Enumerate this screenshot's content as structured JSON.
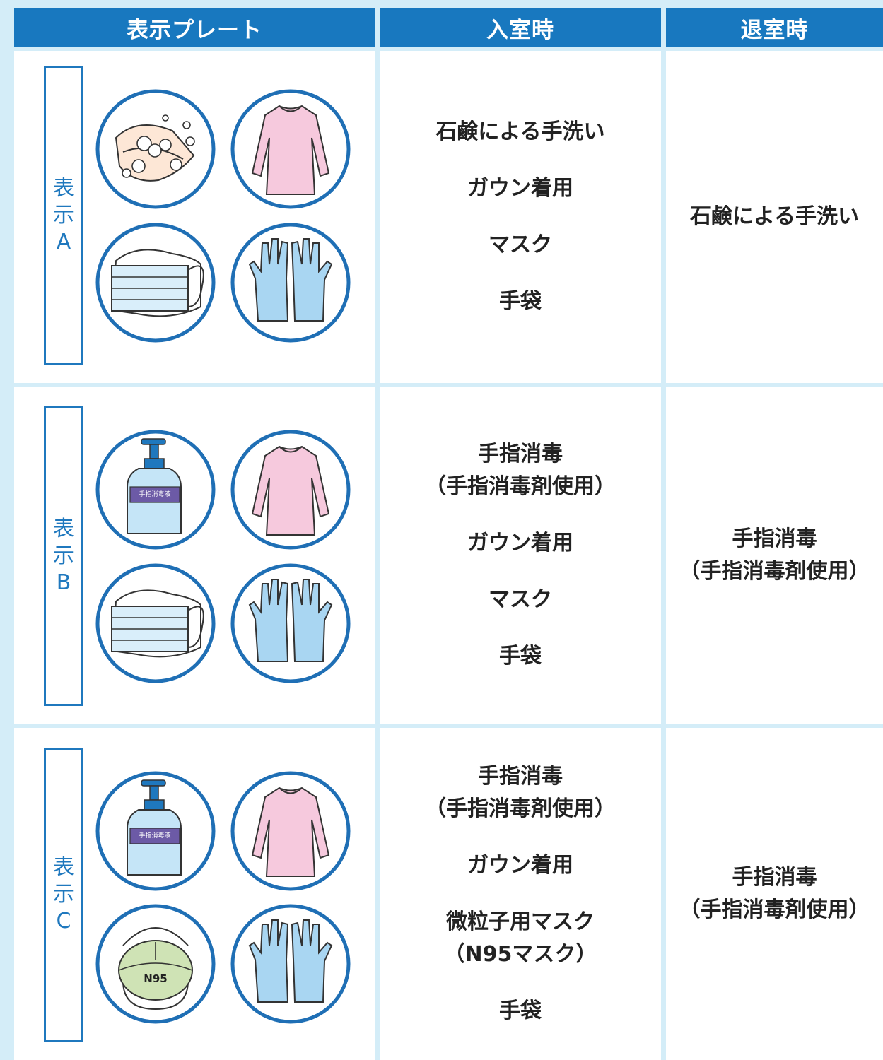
{
  "headers": [
    "表示プレート",
    "入室時",
    "退室時"
  ],
  "rows": [
    {
      "label_chars": [
        "表",
        "示",
        "A"
      ],
      "icons": [
        "handwashing-icon",
        "gown-icon",
        "mask-icon",
        "gloves-icon"
      ],
      "entry": [
        [
          "石鹸による手洗い"
        ],
        [
          "ガウン着用"
        ],
        [
          "マスク"
        ],
        [
          "手袋"
        ]
      ],
      "exit": [
        [
          "石鹸による手洗い"
        ]
      ]
    },
    {
      "label_chars": [
        "表",
        "示",
        "B"
      ],
      "icons": [
        "sanitizer-bottle-icon",
        "gown-icon",
        "mask-icon",
        "gloves-icon"
      ],
      "bottle_label": "手指消毒液",
      "entry": [
        [
          "手指消毒",
          "（手指消毒剤使用）"
        ],
        [
          "ガウン着用"
        ],
        [
          "マスク"
        ],
        [
          "手袋"
        ]
      ],
      "exit": [
        [
          "手指消毒",
          "（手指消毒剤使用）"
        ]
      ]
    },
    {
      "label_chars": [
        "表",
        "示",
        "C"
      ],
      "icons": [
        "sanitizer-bottle-icon",
        "gown-icon",
        "n95-mask-icon",
        "gloves-icon"
      ],
      "bottle_label": "手指消毒液",
      "n95_label": "N95",
      "entry": [
        [
          "手指消毒",
          "（手指消毒剤使用）"
        ],
        [
          "ガウン着用"
        ],
        [
          "微粒子用マスク",
          "（N95マスク）"
        ],
        [
          "手袋"
        ]
      ],
      "exit": [
        [
          "手指消毒",
          "（手指消毒剤使用）"
        ]
      ]
    }
  ],
  "colors": {
    "header_bg": "#1878bf",
    "grid_bg": "#d4edf8",
    "label_blue": "#1f78be",
    "circle_ring": "#1f6fb5",
    "gown_pink": "#f6c9dd",
    "glove_blue": "#a9d6f2",
    "mask_blue": "#d9eefa",
    "n95_green": "#cfe3b5"
  }
}
